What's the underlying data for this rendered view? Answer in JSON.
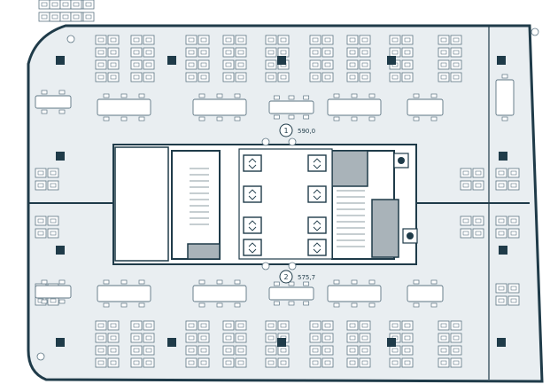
{
  "plan": {
    "zones": [
      {
        "number": "1",
        "area": "590,0"
      },
      {
        "number": "2",
        "area": "575,7"
      }
    ],
    "lift_label": "Лифт",
    "colors": {
      "floor": "#e9eef1",
      "wall": "#1f3b49",
      "furniture": "#5c7482",
      "core_fill": "#ffffff",
      "gray_block": "#a9b3b9",
      "column": "#1f3b49",
      "lift_icon": "#1f3b49"
    }
  }
}
